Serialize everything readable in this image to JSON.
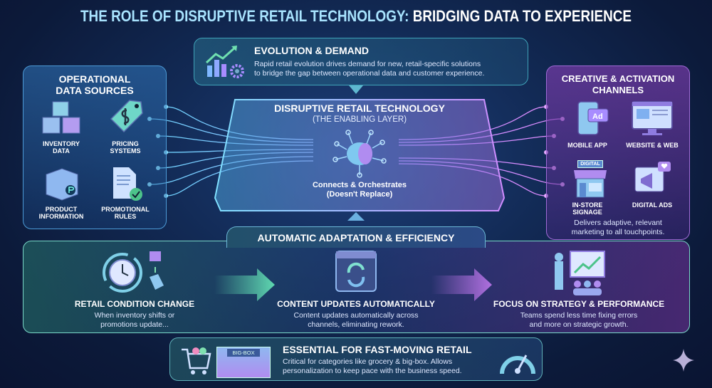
{
  "title": {
    "part1": "THE ROLE OF DISRUPTIVE RETAIL TECHNOLOGY:",
    "part2": "BRIDGING DATA TO EXPERIENCE"
  },
  "evolution": {
    "heading": "EVOLUTION & DEMAND",
    "line1": "Rapid retail evolution drives demand for new, retail-specific solutions",
    "line2": "to bridge the gap between operational data and customer experience.",
    "icon": "growth-chart-gear-icon"
  },
  "sources": {
    "heading1": "OPERATIONAL",
    "heading2": "DATA SOURCES",
    "items": [
      {
        "l1": "INVENTORY",
        "l2": "DATA",
        "icon": "boxes-icon"
      },
      {
        "l1": "PRICING",
        "l2": "SYSTEMS",
        "icon": "price-tag-icon"
      },
      {
        "l1": "PRODUCT",
        "l2": "INFORMATION",
        "icon": "product-box-icon"
      },
      {
        "l1": "PROMOTIONAL",
        "l2": "RULES",
        "icon": "document-check-icon"
      }
    ]
  },
  "tech": {
    "heading": "DISRUPTIVE RETAIL TECHNOLOGY",
    "sub": "(THE ENABLING LAYER)",
    "l1": "Connects & Orchestrates",
    "l2": "(Doesn't Replace)",
    "icon": "brain-network-icon"
  },
  "channels": {
    "heading1": "CREATIVE & ACTIVATION",
    "heading2": "CHANNELS",
    "items": [
      {
        "l1": "MOBILE APP",
        "l2": "",
        "icon": "mobile-ad-icon"
      },
      {
        "l1": "WEBSITE & WEB",
        "l2": "",
        "icon": "monitor-icon"
      },
      {
        "l1": "IN-STORE",
        "l2": "SIGNAGE",
        "icon": "storefront-icon",
        "sign": "DIGITAL"
      },
      {
        "l1": "DIGITAL ADS",
        "l2": "",
        "icon": "megaphone-icon"
      }
    ],
    "desc1": "Delivers adaptive, relevant",
    "desc2": "marketing to all touchpoints.",
    "ad_badge": "Ad"
  },
  "automation": {
    "heading": "AUTOMATIC ADAPTATION & EFFICIENCY",
    "steps": [
      {
        "title": "RETAIL CONDITION CHANGE",
        "l1": "When inventory shifts or",
        "l2": "promotions update...",
        "icon": "clock-cycle-icon"
      },
      {
        "title": "CONTENT UPDATES AUTOMATICALLY",
        "l1": "Content updates automatically across",
        "l2": "channels, eliminating rework.",
        "icon": "refresh-window-icon"
      },
      {
        "title": "FOCUS ON STRATEGY & PERFORMANCE",
        "l1": "Teams spend less time fixing errors",
        "l2": "and more on strategic growth.",
        "icon": "presentation-team-icon"
      }
    ]
  },
  "essential": {
    "heading": "ESSENTIAL FOR FAST-MOVING RETAIL",
    "l1": "Critical for categories like grocery & big-box. Allows",
    "l2": "personalization to keep pace with the business speed.",
    "store_sign": "BIG-BOX",
    "icon": "speedometer-icon"
  },
  "colors": {
    "cyan": "#a9e4ff",
    "teal": "#3fa3b8",
    "purple": "#a06ad6",
    "green": "#5fd8b0"
  }
}
